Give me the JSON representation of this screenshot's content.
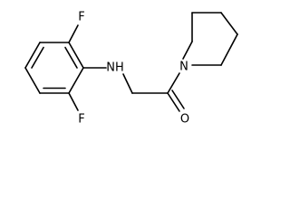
{
  "molecule": {
    "atoms": {
      "f_top": "F",
      "f_bottom": "F",
      "nh": "NH",
      "n_piperidine": "N",
      "o_carbonyl": "O"
    }
  }
}
